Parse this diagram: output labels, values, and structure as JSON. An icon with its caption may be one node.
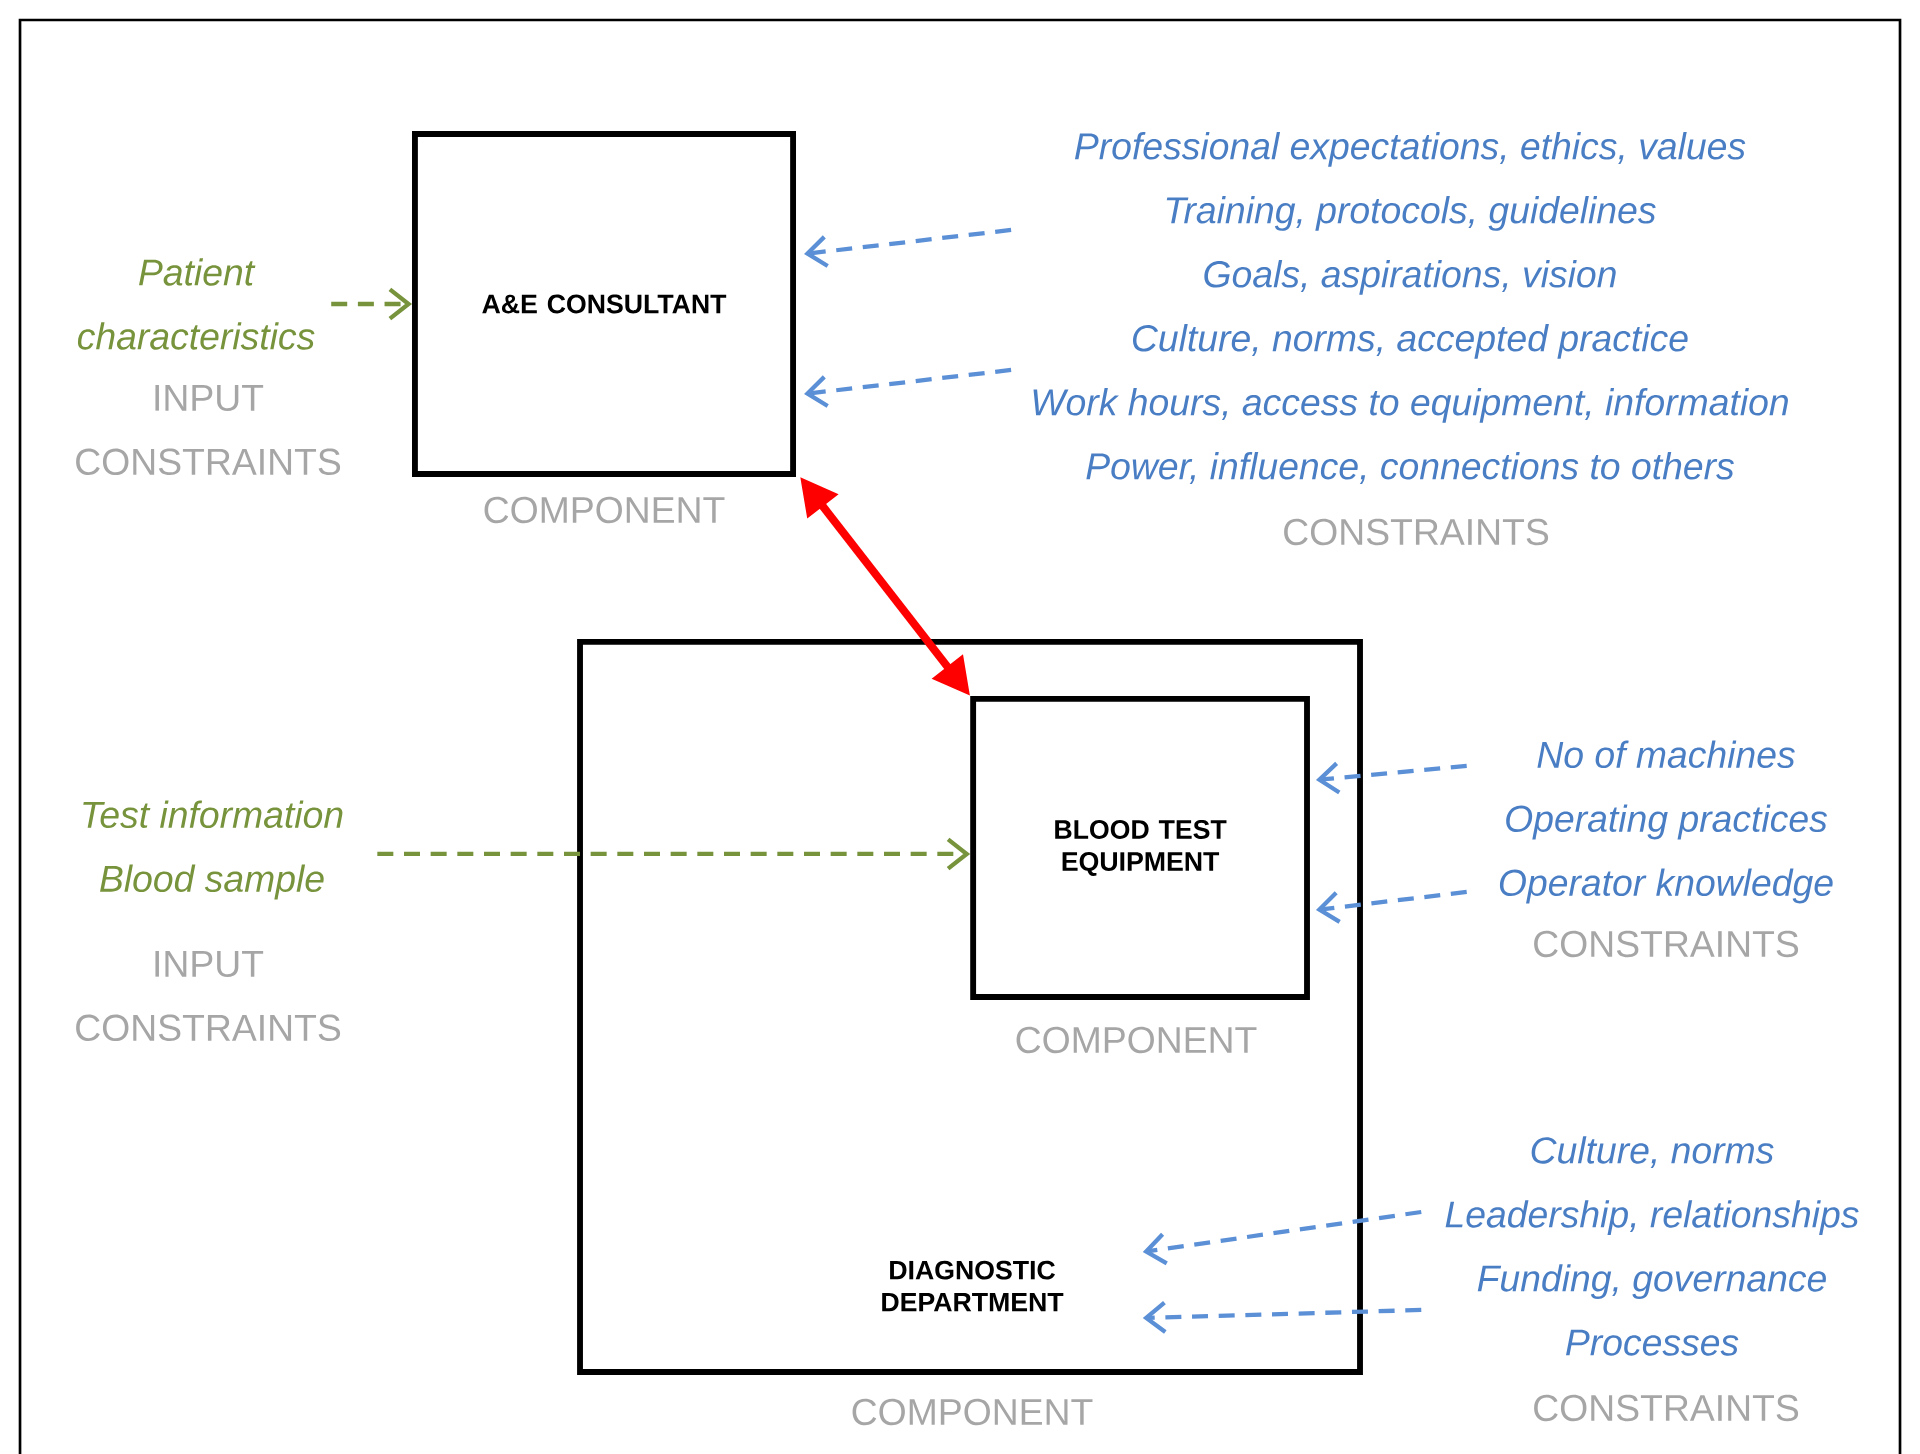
{
  "diagram": {
    "nodes": [
      {
        "text": [
          "Patient characteristics"
        ],
        "beside": [
          "INPUT CONSTRAINTS"
        ]
      },
      {
        "text": [
          "A&E CONSULTANT"
        ],
        "beside": [
          "COMPONENT"
        ]
      },
      {
        "text": [
          "Professional expectations, ethics, values",
          "Training, protocols, guidelines",
          "Goals, aspirations, vision",
          "Culture, norms, accepted practice",
          "Work hours, access to equipment, information",
          "Power, influence, connections to others"
        ],
        "beside": [
          "CONSTRAINTS"
        ]
      },
      {
        "text": [
          "DIAGNOSTIC DEPARTMENT"
        ],
        "beside": [
          "COMPONENT"
        ]
      },
      {
        "text": [
          "BLOOD TEST EQUIPMENT"
        ],
        "beside": [
          "COMPONENT"
        ],
        "in": 3
      },
      {
        "text": [
          "Test information",
          "Blood sample"
        ],
        "beside": [
          "INPUT CONSTRAINTS"
        ]
      },
      {
        "text": [
          "No of machines",
          "Operating practices",
          "Operator knowledge"
        ],
        "beside": [
          "CONSTRAINTS"
        ]
      },
      {
        "text": [
          "Culture, norms",
          "Leadership, relationships",
          "Funding, governance",
          "Processes"
        ],
        "beside": [
          "CONSTRAINTS"
        ]
      }
    ],
    "edges": [
      {
        "from": 0,
        "to": 1,
        "arrow": "to",
        "style": "dashed",
        "color": "#77933c"
      },
      {
        "from": 2,
        "to": 1,
        "arrow": "to",
        "style": "dashed"
      },
      {
        "from": 2,
        "to": 1,
        "arrow": "to",
        "style": "dashed"
      },
      {
        "from": 1,
        "to": 4,
        "arrow": "both",
        "style": "thick",
        "color": "#ff0000"
      },
      {
        "from": 5,
        "to": 4,
        "arrow": "to",
        "style": "dashed",
        "color": "#77933c"
      },
      {
        "from": 6,
        "to": 4,
        "arrow": "to",
        "style": "dashed"
      },
      {
        "from": 6,
        "to": 4,
        "arrow": "to",
        "style": "dashed"
      },
      {
        "from": 7,
        "to": 3,
        "arrow": "to",
        "style": "dashed"
      },
      {
        "from": 7,
        "to": 3,
        "arrow": "to",
        "style": "dashed"
      }
    ]
  }
}
